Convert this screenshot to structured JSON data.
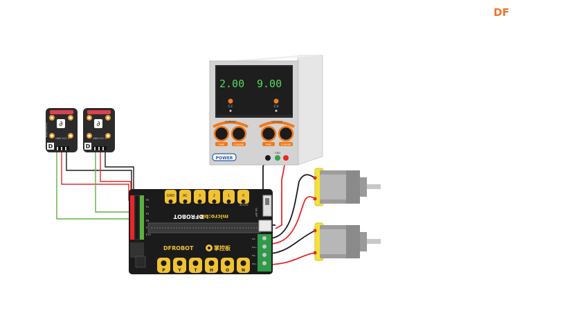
{
  "watermark": {
    "text": "DF"
  },
  "power_supply": {
    "current_display": "2.00",
    "voltage_display": "9.00",
    "cc_label": "C.C",
    "cv_label": "C.V",
    "knob_labels": [
      "CURRENT",
      "VOLTAGE"
    ],
    "fine_label": "FINE",
    "coarse_label": "COARSE",
    "power_label": "POWER",
    "gnd_label": "GND"
  },
  "sensor_module": {
    "brand_glyph": "∂",
    "side_label": "Digital Sensor",
    "badge": "D",
    "pins_label": "GND VCC S"
  },
  "board": {
    "brand": "DFROBOT",
    "product": "micro:bit",
    "cn_label": "掌控板",
    "bottom_pads": [
      "P",
      "Y",
      "T",
      "H",
      "O",
      "N"
    ],
    "top_pads": [
      "GND",
      "AC",
      "3",
      "2",
      "1",
      "0"
    ],
    "switch_label": "ON OFF",
    "power_label": "5V-12V",
    "motor_labels": [
      "M1-",
      "M1+",
      "M2-",
      "M2+"
    ],
    "port_labels": [
      "P0",
      "P1",
      "P2",
      "P8",
      "P12",
      "P13"
    ]
  },
  "wire_colors": {
    "red": "#e8262a",
    "black": "#1a1a1a",
    "green": "#5bb042"
  },
  "icons": [
    "gear-icon"
  ]
}
